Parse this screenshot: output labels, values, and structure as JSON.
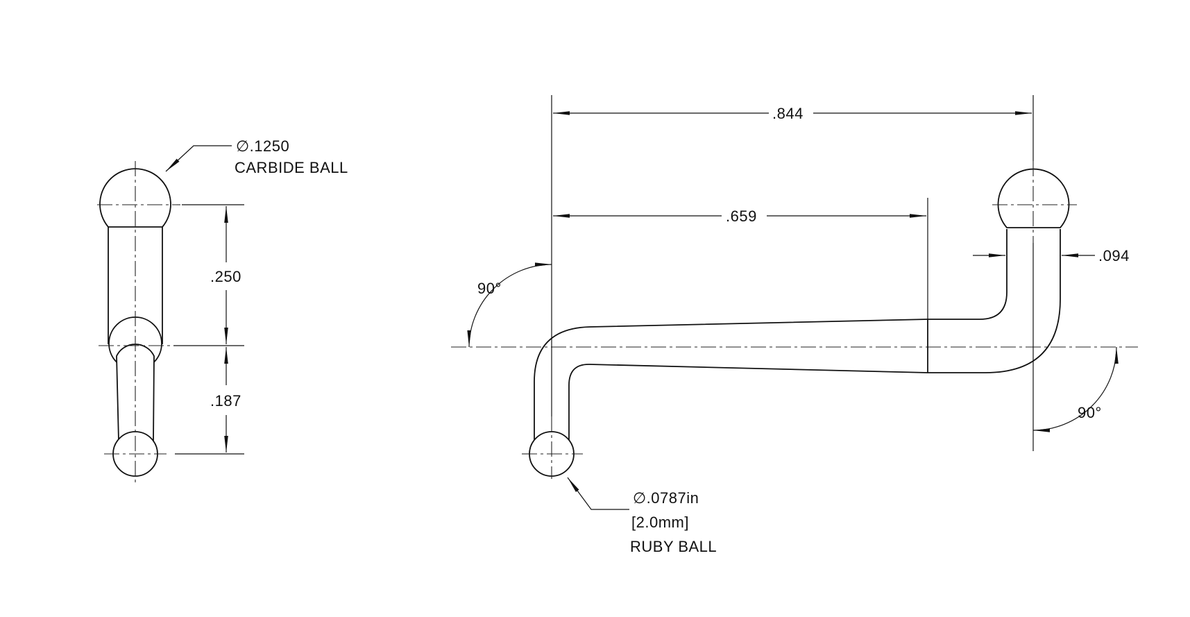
{
  "dimensions": {
    "overall_length": ".844",
    "offset_length": ".659",
    "stem_diameter": ".094",
    "side_upper": ".250",
    "side_lower": ".187",
    "angle_left": "90°",
    "angle_right": "90°"
  },
  "callouts": {
    "carbide": {
      "diameter": "∅.1250",
      "label": "CARBIDE BALL"
    },
    "ruby": {
      "diameter": "∅.0787in",
      "metric": "[2.0mm]",
      "label": "RUBY BALL"
    }
  }
}
